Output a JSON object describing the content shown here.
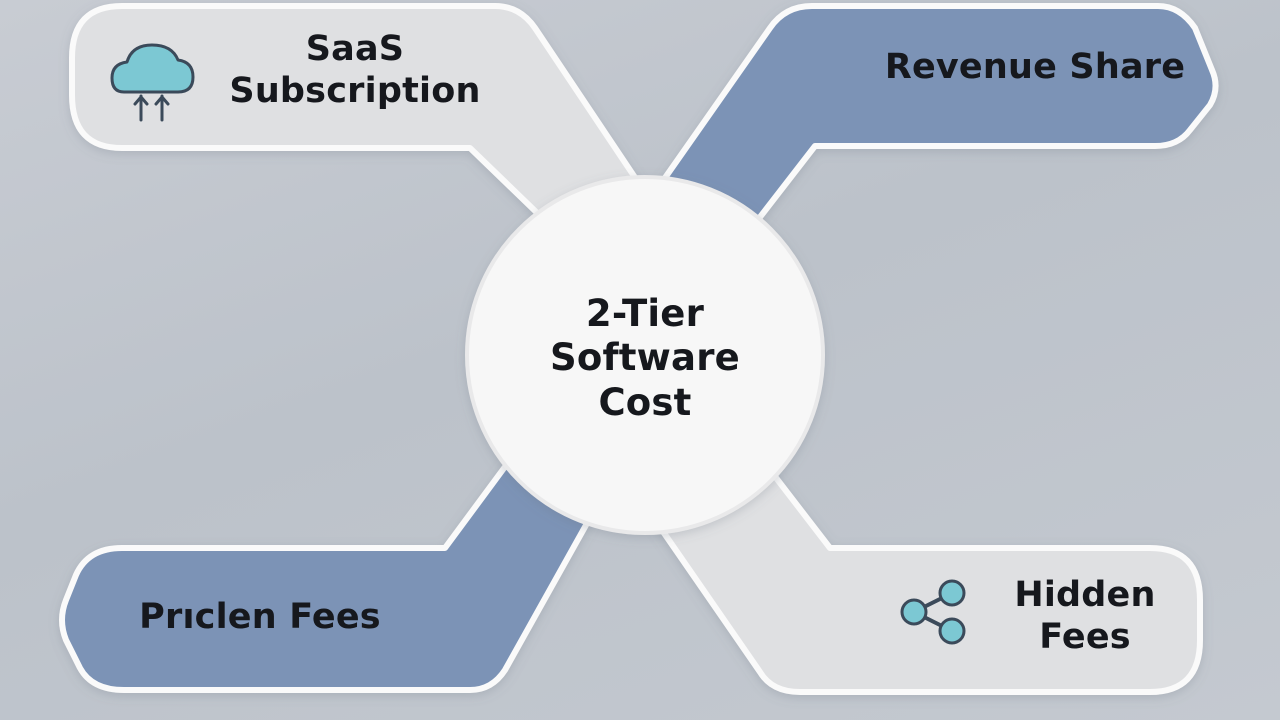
{
  "center": {
    "line1": "2-Tier",
    "line2": "Software",
    "line3": "Cost"
  },
  "branches": {
    "top_left": {
      "line1": "SaaS",
      "line2": "Subscription",
      "icon": "cloud-icon",
      "color": "#dfe0e2"
    },
    "top_right": {
      "label": "Revenue Share",
      "color": "#7b93b6"
    },
    "bottom_left": {
      "label": "Prıclen Fees",
      "color": "#7b93b6"
    },
    "bottom_right": {
      "line1": "Hidden",
      "line2": "Fees",
      "icon": "share-icon",
      "color": "#dfe0e2"
    }
  },
  "colors": {
    "light_branch": "#dfe0e2",
    "blue_branch": "#7b93b6",
    "center_fill": "#f7f7f7",
    "icon_teal": "#7cc8d3",
    "text": "#16181d"
  }
}
